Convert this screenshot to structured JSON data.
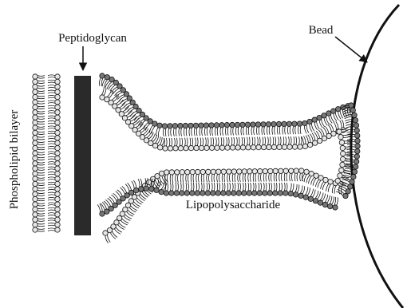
{
  "labels": {
    "peptidoglycan": "Peptidoglycan",
    "bead": "Bead",
    "phospholipid_bilayer": "Phospholipid bilayer",
    "lipopolysaccharide": "Lipopolysaccharide"
  },
  "colors": {
    "ink": "#111111",
    "peptidoglycan_fill": "#2a2a2a",
    "lps_head": "#777777",
    "phospholipid_head": "#e6e6e6"
  }
}
